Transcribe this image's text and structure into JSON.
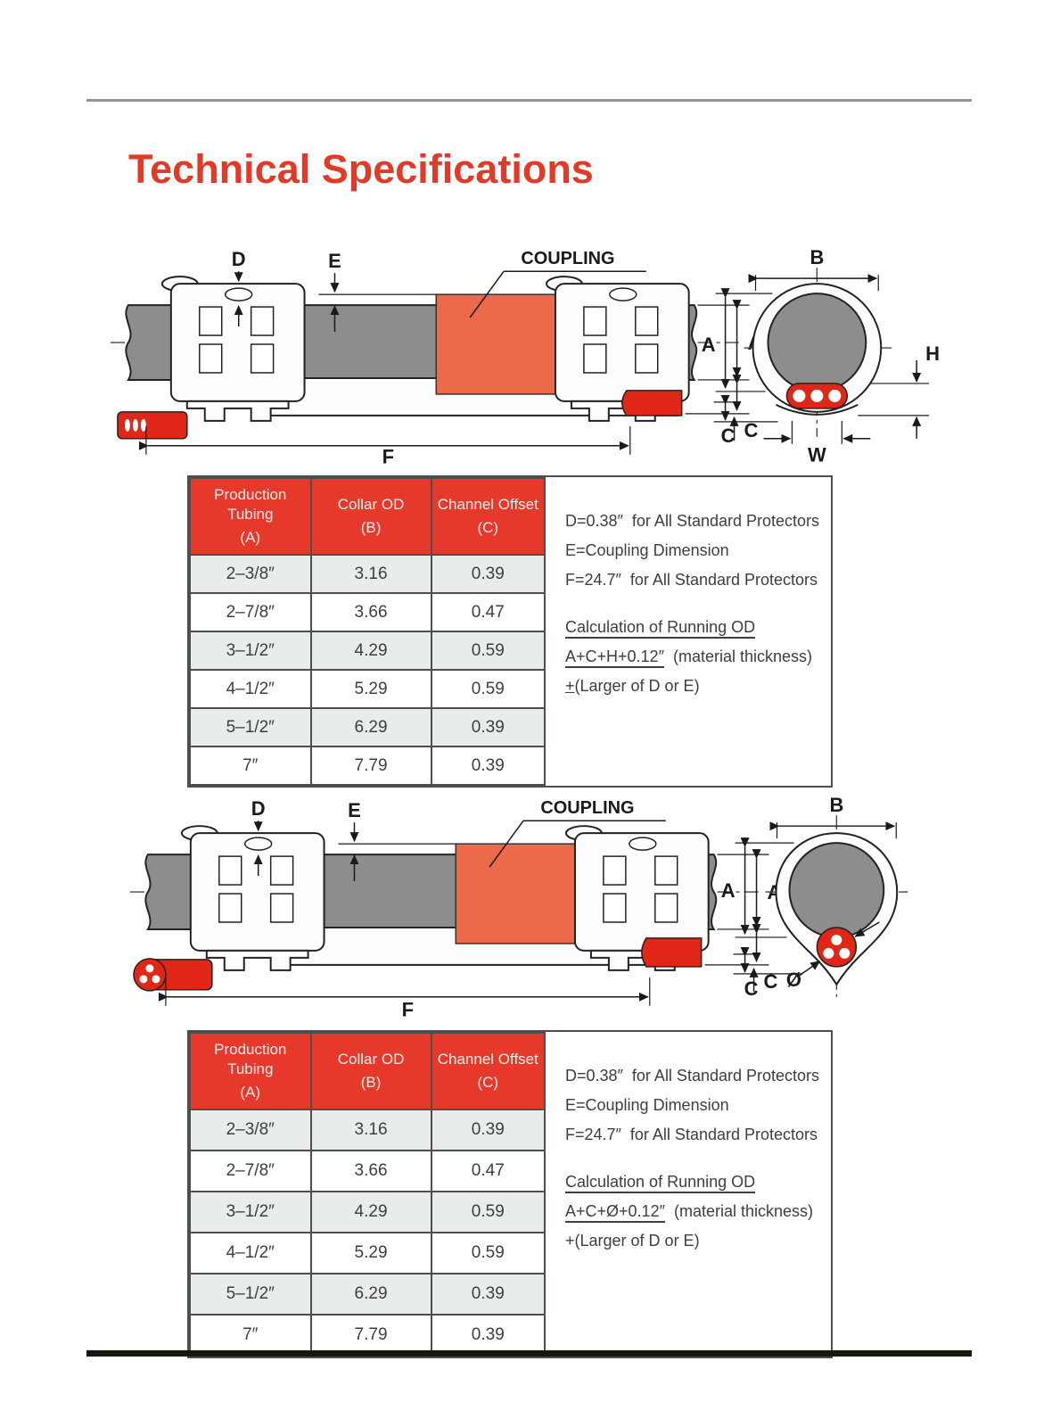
{
  "page": {
    "title": "Technical Specifications"
  },
  "colors": {
    "title_red": "#e23a28",
    "header_red": "#e6392b",
    "coupling_orange": "#ea6a49",
    "pipe_gray": "#8d8d8d",
    "cable_red": "#e02717",
    "row_alt_gray": "#e8ecec"
  },
  "sections": [
    {
      "name": "flat-cable-protector",
      "diagram": {
        "coupling_label": "COUPLING",
        "labels": {
          "d": "D",
          "e": "E",
          "a": "A",
          "b": "B",
          "c": "C",
          "f": "F",
          "h": "H",
          "w": "W"
        }
      },
      "table": {
        "headers": [
          {
            "title": "Production Tubing",
            "sub": "(A)"
          },
          {
            "title": "Collar OD",
            "sub": "(B)"
          },
          {
            "title": "Channel Offset",
            "sub": "(C)"
          }
        ],
        "rows": [
          [
            "2–3/8″",
            "3.16",
            "0.39"
          ],
          [
            "2–7/8″",
            "3.66",
            "0.47"
          ],
          [
            "3–1/2″",
            "4.29",
            "0.59"
          ],
          [
            "4–1/2″",
            "5.29",
            "0.59"
          ],
          [
            "5–1/2″",
            "6.29",
            "0.39"
          ],
          [
            "7″",
            "7.79",
            "0.39"
          ]
        ]
      },
      "notes": {
        "line1": "D=0.38″  for All Standard Protectors",
        "line2": "E=Coupling Dimension",
        "line3": "F=24.7″  for All Standard Protectors",
        "calc_title": "Calculation of Running OD",
        "formula": "A+C+H+0.12″",
        "formula_suffix": "  (material thickness)",
        "pm_prefix": "+",
        "pm_rest": "(Larger of D or E)"
      }
    },
    {
      "name": "round-cable-protector",
      "diagram": {
        "coupling_label": "COUPLING",
        "labels": {
          "d": "D",
          "e": "E",
          "a": "A",
          "b": "B",
          "c": "C",
          "f": "F",
          "diameter": "Ø"
        }
      },
      "table": {
        "headers": [
          {
            "title": "Production Tubing",
            "sub": "(A)"
          },
          {
            "title": "Collar OD",
            "sub": "(B)"
          },
          {
            "title": "Channel Offset",
            "sub": "(C)"
          }
        ],
        "rows": [
          [
            "2–3/8″",
            "3.16",
            "0.39"
          ],
          [
            "2–7/8″",
            "3.66",
            "0.47"
          ],
          [
            "3–1/2″",
            "4.29",
            "0.59"
          ],
          [
            "4–1/2″",
            "5.29",
            "0.59"
          ],
          [
            "5–1/2″",
            "6.29",
            "0.39"
          ],
          [
            "7″",
            "7.79",
            "0.39"
          ]
        ]
      },
      "notes": {
        "line1": "D=0.38″  for All Standard Protectors",
        "line2": "E=Coupling Dimension",
        "line3": "F=24.7″  for All Standard Protectors",
        "calc_title": "Calculation of Running OD",
        "formula": "A+C+Ø+0.12″",
        "formula_suffix": "  (material thickness)",
        "pm_prefix": "+",
        "pm_rest": "(Larger of D or E)"
      }
    }
  ]
}
